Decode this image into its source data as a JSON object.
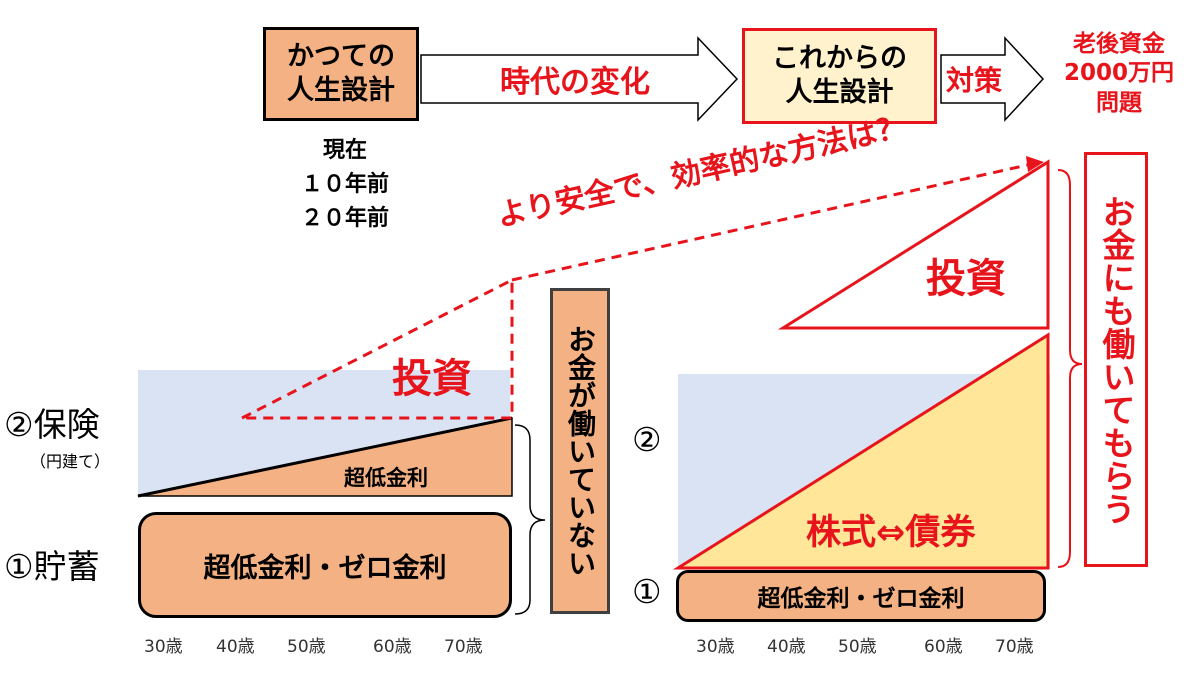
{
  "top_flow": {
    "old_design": "かつての\n人生設計",
    "change_label": "時代の変化",
    "new_design": "これからの\n人生設計",
    "measure_label": "対策",
    "problem": "老後資金\n2000万円\n問題",
    "times": [
      "現在",
      "１０年前",
      "２０年前"
    ]
  },
  "question": "より安全で、効率的な方法は？",
  "left": {
    "insurance_label": "②保険",
    "insurance_sub": "（円建て）",
    "savings_label": "①貯蓄",
    "insurance_rate": "超低金利",
    "savings_rate": "超低金利・ゼロ金利",
    "invest_label": "投資",
    "vertical_note": "お金が働いていない",
    "ages": [
      "30歳",
      "40歳",
      "50歳",
      "60歳",
      "70歳"
    ]
  },
  "right": {
    "label_2": "②",
    "label_1": "①",
    "invest_label": "投資",
    "stocks_bonds": "株式⇔債券",
    "rate": "超低金利・ゼロ金利",
    "vertical_note": "お金にも働いてもらう",
    "ages": [
      "30歳",
      "40歳",
      "50歳",
      "60歳",
      "70歳"
    ]
  },
  "colors": {
    "orange_fill": "#f4b183",
    "yellow_fill": "#ffe699",
    "blue_fill": "#dae3f3",
    "red": "#e8141b"
  }
}
